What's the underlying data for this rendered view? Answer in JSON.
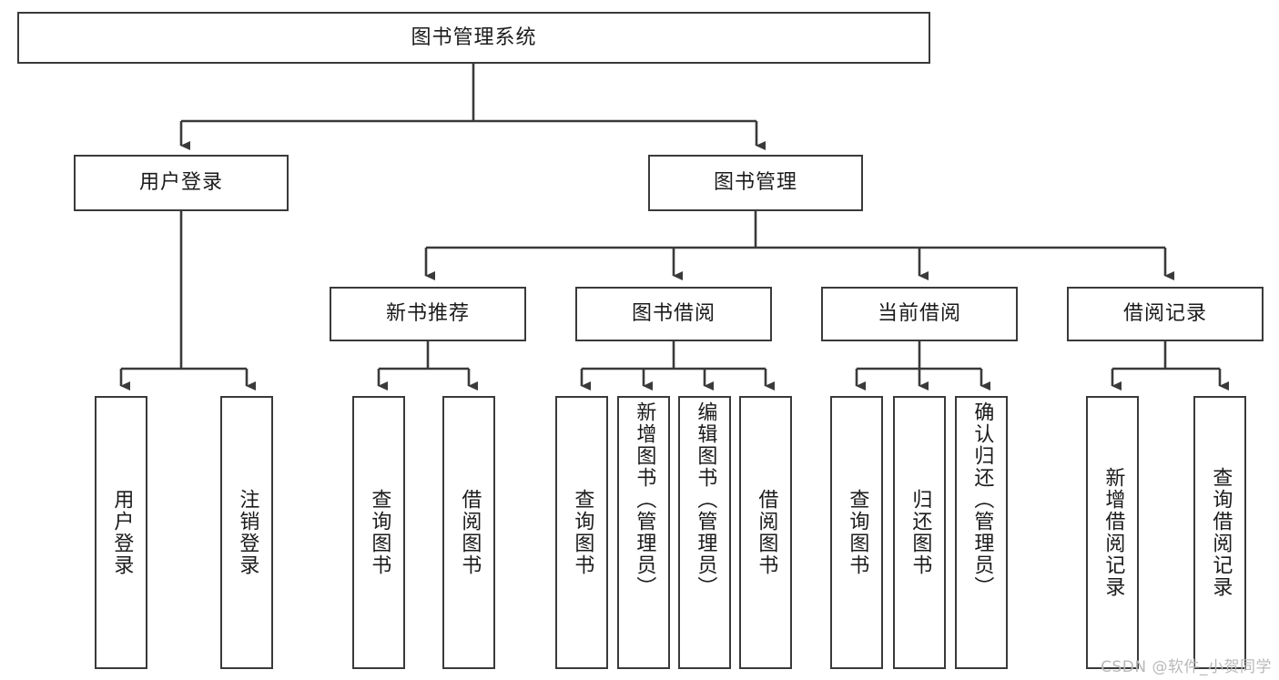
{
  "diagram": {
    "title_text": "图书管理系统",
    "watermark": "CSDN @软件_小贺同学",
    "stroke_color": "#3a3a3a",
    "fill_color": "#ffffff",
    "text_color": "#1b1b1b",
    "watermark_color": "#b9b9b9"
  },
  "nodes": {
    "root": "图书管理系统",
    "level2": {
      "user_login": "用户登录",
      "book_manage": "图书管理"
    },
    "level3": {
      "new_book_rec": "新书推荐",
      "book_borrow": "图书借阅",
      "current_borrow": "当前借阅",
      "borrow_record": "借阅记录"
    },
    "leaves": {
      "user_login_1": "用户登录",
      "user_login_2": "注销登录",
      "new_book_1": "查询图书",
      "new_book_2": "借阅图书",
      "borrow_1": "查询图书",
      "borrow_2": "新增图书（管理员）",
      "borrow_3": "编辑图书（管理员）",
      "borrow_4": "借阅图书",
      "current_1": "查询图书",
      "current_2": "归还图书",
      "current_3": "确认归还（管理员）",
      "record_1": "新增借阅记录",
      "record_2": "查询借阅记录"
    }
  }
}
